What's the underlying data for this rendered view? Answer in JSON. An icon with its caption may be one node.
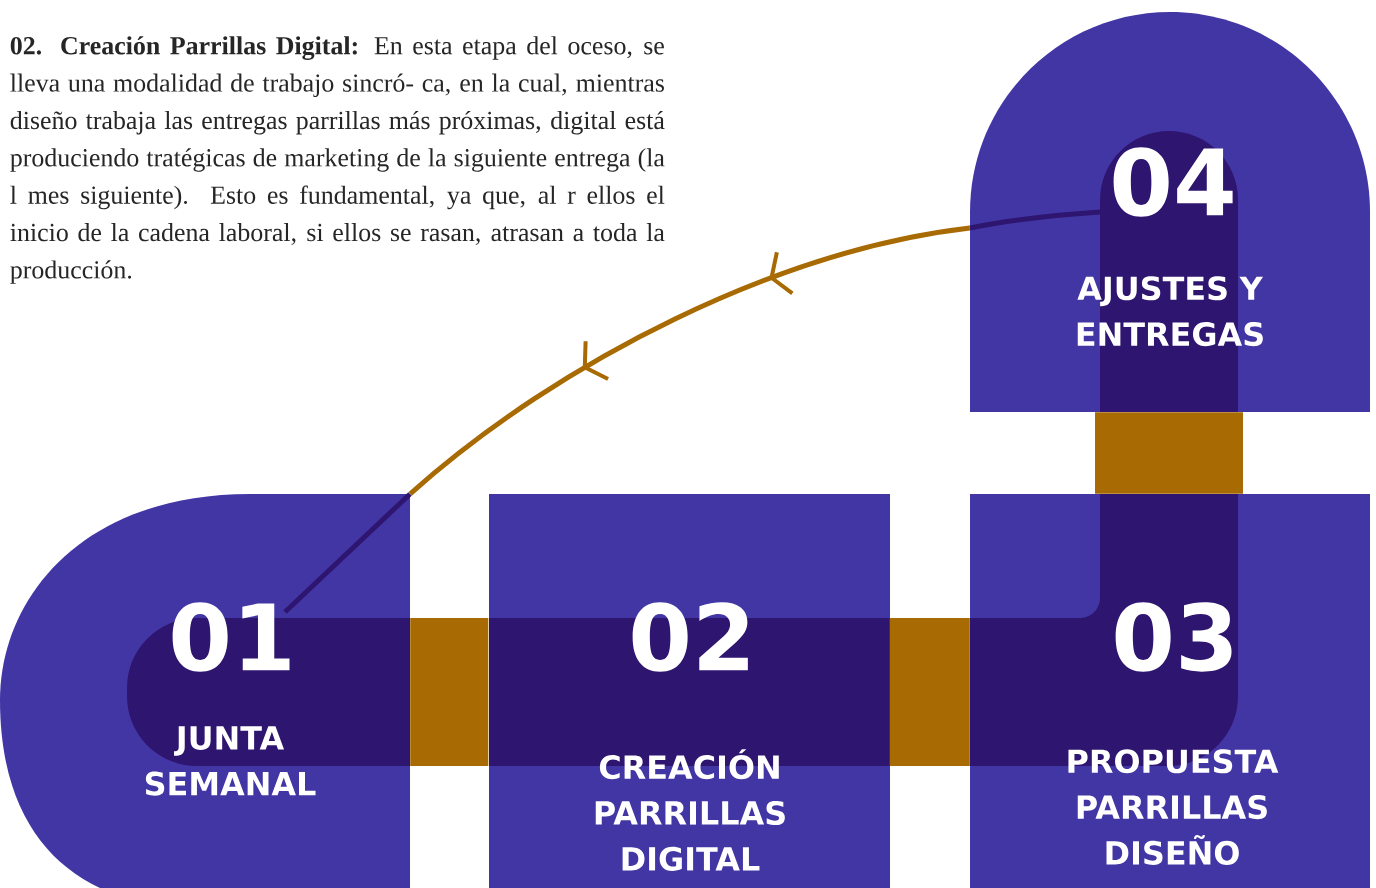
{
  "diagram": {
    "nodes": [
      {
        "text": [
          "01",
          "JUNTA SEMANAL"
        ]
      },
      {
        "text": [
          "02",
          "CREACIÓN PARRILLAS DIGITAL"
        ]
      },
      {
        "text": [
          "03",
          "PROPUESTA PARRILLAS DISEÑO"
        ]
      },
      {
        "text": [
          "04",
          "AJUSTES Y ENTREGAS"
        ]
      }
    ],
    "edges": [
      {
        "from": 0,
        "to": 1,
        "arrow": "none"
      },
      {
        "from": 1,
        "to": 2,
        "arrow": "none"
      },
      {
        "from": 2,
        "to": 3,
        "arrow": "none"
      },
      {
        "from": 3,
        "to": 0,
        "arrow": "to"
      }
    ],
    "labels": [
      "**02.  Creación Parrillas Digital:** En esta etapa del oceso, se lleva una modalidad de trabajo sincró- ca, en la cual, mientras diseño trabaja las entregas parrillas más próximas, digital está produciendo tratégicas de marketing de la siguiente entrega (la l mes siguiente). Esto es fundamental, ya que, al r ellos el inicio de la cadena laboral, si ellos se rasan, atrasan a toda la producción."
    ]
  }
}
